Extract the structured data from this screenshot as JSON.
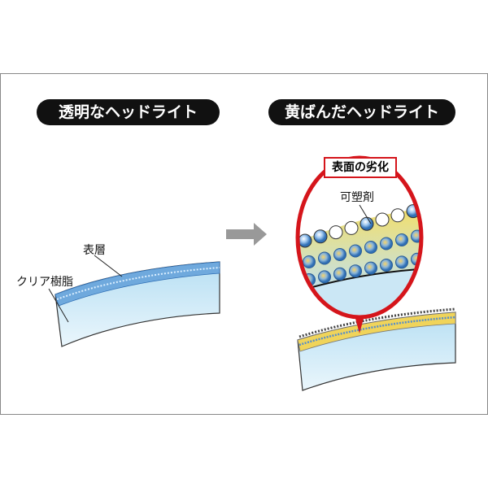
{
  "left": {
    "title": "透明なヘッドライト",
    "surface_label": "表層",
    "resin_label": "クリア樹脂"
  },
  "right": {
    "title": "黄ばんだヘッドライト",
    "zoom_title": "表面の劣化",
    "plasticizer_label": "可塑剤"
  },
  "colors": {
    "accent": "#d5151b",
    "lens": "#cfe9f7",
    "degraded": "#f3df6a"
  }
}
